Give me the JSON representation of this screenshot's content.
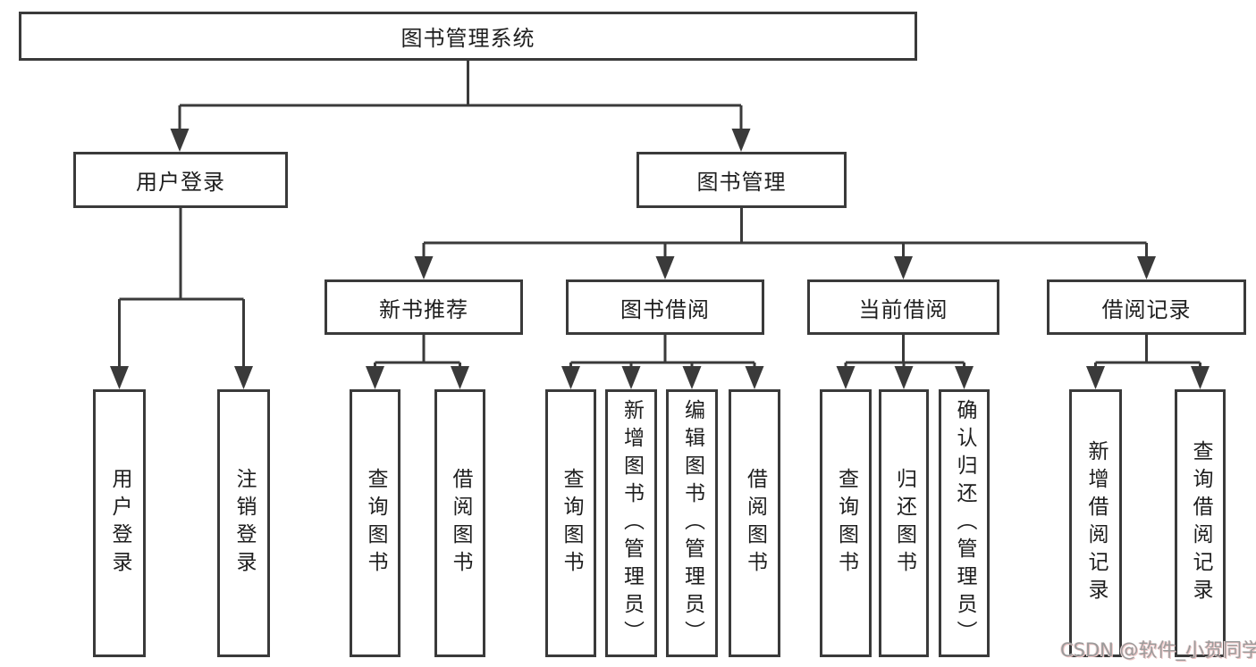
{
  "diagram": {
    "title": "图书管理系统",
    "colors": {
      "line": "#3a3a3a",
      "text": "#1e1e1e",
      "background": "#ffffff",
      "watermark_text_color": "#9b9b9b"
    },
    "nodes": {
      "root": {
        "label": "图书管理系统"
      },
      "user_login": {
        "label": "用户登录"
      },
      "book_mgmt": {
        "label": "图书管理"
      },
      "new_book_rec": {
        "label": "新书推荐"
      },
      "book_borrow": {
        "label": "图书借阅"
      },
      "current_borrow": {
        "label": "当前借阅"
      },
      "borrow_records": {
        "label": "借阅记录"
      },
      "leaf_user_login": {
        "label": "用户登录"
      },
      "leaf_logout": {
        "label": "注销登录"
      },
      "leaf_query_book_1": {
        "label": "查询图书"
      },
      "leaf_borrow_book_1": {
        "label": "借阅图书"
      },
      "leaf_query_book_2": {
        "label": "查询图书"
      },
      "leaf_add_book": {
        "label": "新增图书（管理员）"
      },
      "leaf_edit_book": {
        "label": "编辑图书（管理员）"
      },
      "leaf_borrow_book_2": {
        "label": "借阅图书"
      },
      "leaf_query_book_3": {
        "label": "查询图书"
      },
      "leaf_return_book": {
        "label": "归还图书"
      },
      "leaf_confirm_return": {
        "label": "确认归还（管理员）"
      },
      "leaf_add_record": {
        "label": "新增借阅记录"
      },
      "leaf_query_record": {
        "label": "查询借阅记录"
      }
    },
    "watermark": "CSDN @软件_小贺同学"
  }
}
